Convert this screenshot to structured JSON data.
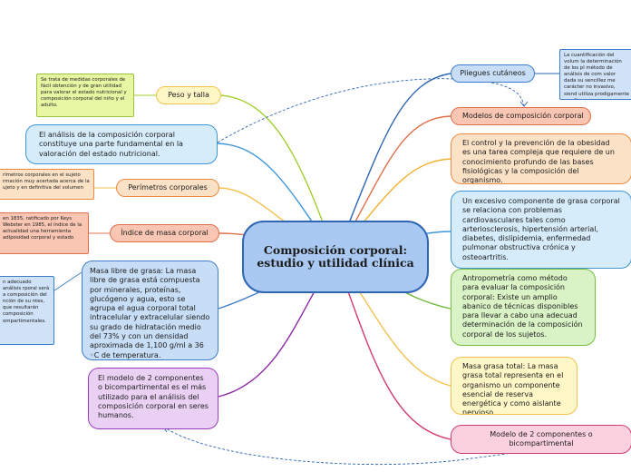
{
  "central": {
    "title": "Composición corporal: estudio y utilidad clínica"
  },
  "left": {
    "peso_talla": {
      "label": "Peso y talla",
      "note": "Se trata de medidas corporales de fácil obtención y de gran utilidad para valorar el estado nutricional y composición corporal del niño y el adulto."
    },
    "analisis": {
      "text": "El análisis de la composición corporal constituye una parte fundamental en la valoración del estado nutricional."
    },
    "perimetros": {
      "label": "Perímetros corporales",
      "note": "rímetros corporales en el sujeto rmación muy acertada acerca de la ujeto y en definitiva del volumen"
    },
    "imc": {
      "label": "Índice de masa corporal",
      "note": "en 1835, ratificado por Keys Webster en 1985, el índice de la actualidad una herramienta adiposidad corporal y estado"
    },
    "masa_libre": {
      "text": "Masa libre de grasa: La masa libre de grasa está compuesta por minerales, proteínas, glucógeno y agua, esto se agrupa el agua corporal total intracelular y extracelular siendo su grado de hidratación medio del 73% y con un densidad aproximada de 1,100 g/ml a 36 ◦C de temperatura.",
      "note": "n adecuado análisis rporal será a composición del nción de su ntes, que resultarán composición ompartimentales."
    },
    "modelo2": {
      "text": "El modelo de 2 componentes o bicompartimental es el más utilizado para el análisis del composición corporal en seres humanos."
    }
  },
  "right": {
    "pliegues": {
      "label": "Pliegues cutáneos",
      "note": "La cuantificación del volum la determinación de los pl método de análisis de com valor dada su sencillez me carácter no invasivo, siend utiliza prodigamente en clín"
    },
    "modelos": {
      "label": "Modelos de composición corporal"
    },
    "control": {
      "text": "El control y la prevención de la obesidad es una tarea compleja que requiere de un conocimiento profundo de las bases fisiológicas y la composición del organismo."
    },
    "exceso": {
      "text": "Un excesivo componente de grasa corporal se relaciona con problemas cardiovasculares tales como arteriosclerosis, hipertensión arterial, diabetes, dislipidemia, enfermedad pulmonar obstructiva crónica y osteoartritis."
    },
    "antropometria": {
      "text": "Antropometría como método para evaluar la composición corporal: Existe un amplio abanico de técnicas disponibles para llevar a cabo una adecuad determinación de la composición corporal de los sujetos."
    },
    "masa_grasa": {
      "text": "Masa grasa total: La masa grasa total representa en el organismo un componente esencial de reserva energética y como aislante nervioso."
    },
    "modelo2b": {
      "label": "Modelo de 2 componentes o bicompartimental"
    }
  },
  "colors": {
    "peso_talla": "#a3cf2e",
    "analisis": "#3f95d8",
    "perimetros": "#f2c14e",
    "imc": "#e0704c",
    "masa_libre": "#3e7ec8",
    "modelo2": "#8e2aa8",
    "pliegues": "#2f66b3",
    "modelos": "#e0704c",
    "control": "#f2b233",
    "exceso": "#3f95d8",
    "antropometria": "#6db83a",
    "masa_grasa": "#f2c14e",
    "modelo2b": "#d33c6a"
  }
}
